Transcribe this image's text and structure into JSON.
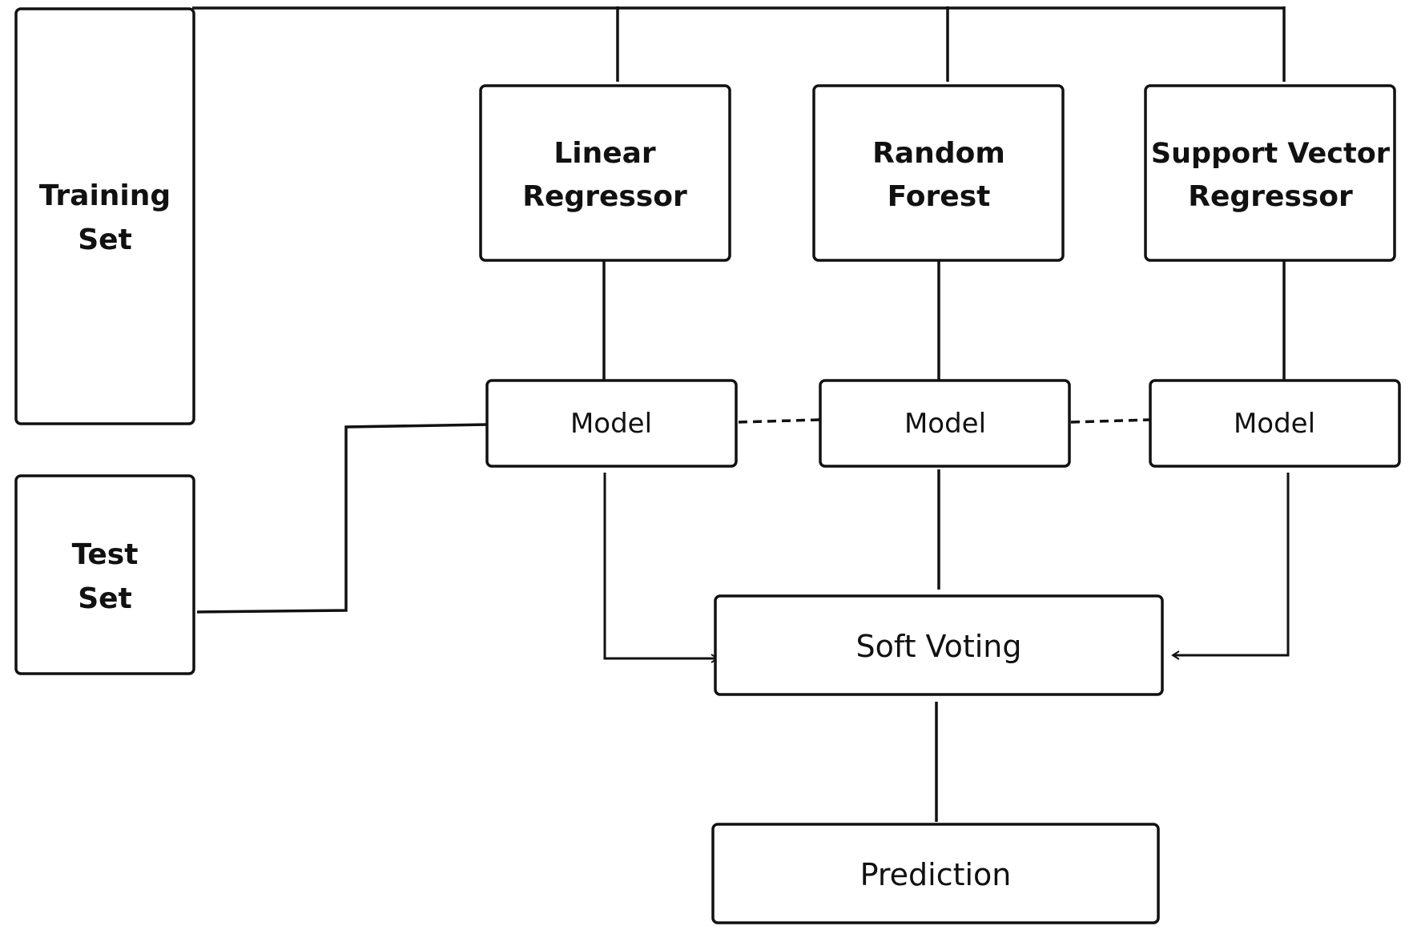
{
  "diagram": {
    "training_set": {
      "line1": "Training",
      "line2": "Set"
    },
    "test_set": {
      "line1": "Test",
      "line2": "Set"
    },
    "regressors": [
      {
        "line1": "Linear",
        "line2": "Regressor"
      },
      {
        "line1": "Random",
        "line2": "Forest"
      },
      {
        "line1": "Support Vector",
        "line2": "Regressor"
      }
    ],
    "models": [
      {
        "label": "Model"
      },
      {
        "label": "Model"
      },
      {
        "label": "Model"
      }
    ],
    "soft_voting": {
      "label": "Soft Voting"
    },
    "prediction": {
      "label": "Prediction"
    }
  }
}
